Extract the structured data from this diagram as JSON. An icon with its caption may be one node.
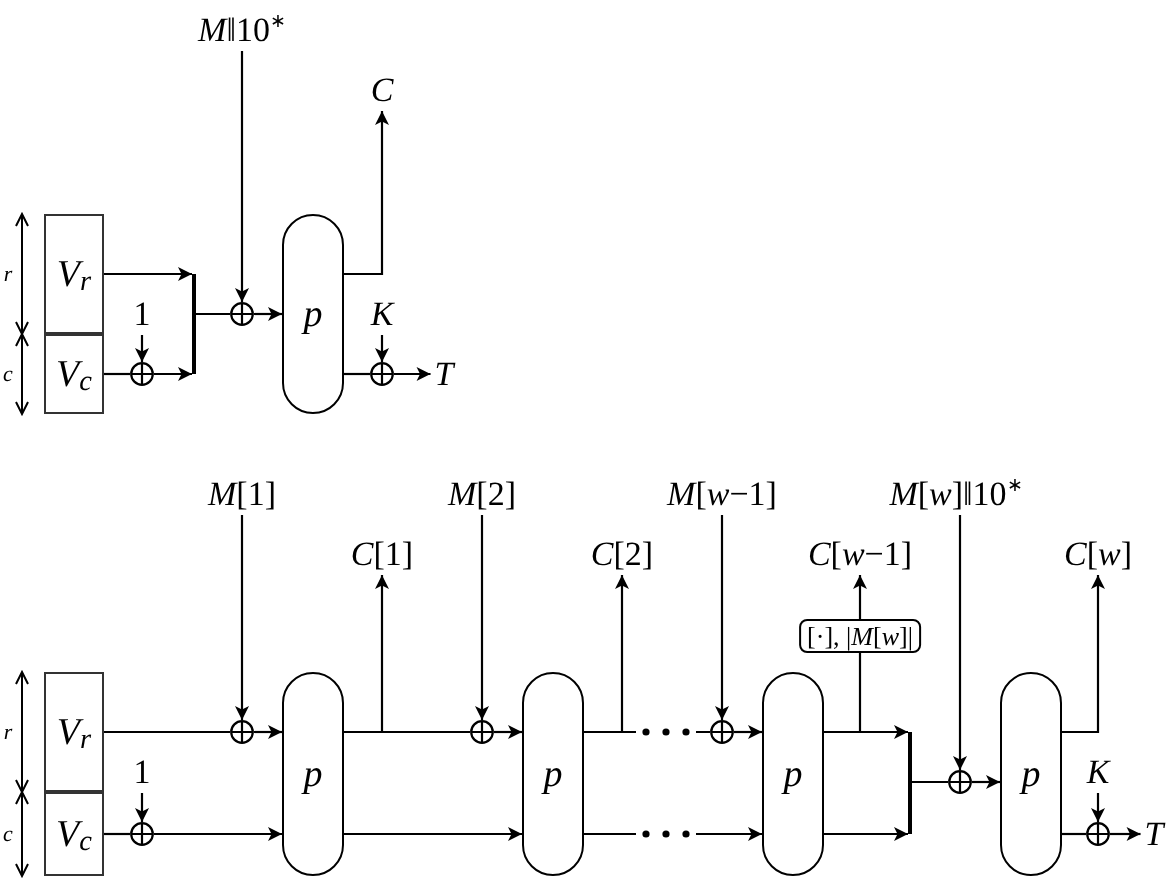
{
  "diagram": {
    "nodes": [
      {
        "text": [
          "V$_{r}$"
        ]
      },
      {
        "text": [
          "V$_{c}$"
        ]
      },
      {
        "text": [
          "1"
        ]
      },
      {
        "text": [],
        "shape": "circle"
      },
      {
        "text": [],
        "shape": "bar"
      },
      {
        "text": [
          "*M*‖10$^{∗}$"
        ]
      },
      {
        "text": [],
        "shape": "circle"
      },
      {
        "text": [
          "p"
        ]
      },
      {
        "text": [
          "C"
        ]
      },
      {
        "text": [
          "K"
        ]
      },
      {
        "text": [],
        "shape": "circle"
      },
      {
        "text": [
          "T"
        ]
      },
      {
        "text": [
          "V$_{r}$"
        ]
      },
      {
        "text": [
          "V$_{c}$"
        ]
      },
      {
        "text": [
          "1"
        ]
      },
      {
        "text": [],
        "shape": "circle"
      },
      {
        "text": [
          "*M*[1]"
        ]
      },
      {
        "text": [],
        "shape": "circle"
      },
      {
        "text": [
          "p"
        ]
      },
      {
        "text": [
          "*C*[1]"
        ]
      },
      {
        "text": [
          "*M*[2]"
        ]
      },
      {
        "text": [],
        "shape": "circle"
      },
      {
        "text": [
          "p"
        ]
      },
      {
        "text": [
          "*C*[2]"
        ]
      },
      {
        "text": [
          "*M*[*w*−1]"
        ]
      },
      {
        "text": [],
        "shape": "circle"
      },
      {
        "text": [
          "p"
        ]
      },
      {
        "text": [
          "[·], |*M*[*w*]|"
        ]
      },
      {
        "text": [
          "*C*[*w*−1]"
        ]
      },
      {
        "text": [],
        "shape": "bar"
      },
      {
        "text": [
          "*M*[*w*]‖10$^{∗}$"
        ]
      },
      {
        "text": [],
        "shape": "circle"
      },
      {
        "text": [
          "p"
        ]
      },
      {
        "text": [
          "*C*[*w*]"
        ]
      },
      {
        "text": [
          "K"
        ]
      },
      {
        "text": [],
        "shape": "circle"
      },
      {
        "text": [
          "T"
        ]
      }
    ],
    "edges": [
      {
        "from": 1,
        "to": 3,
        "arrow": "none"
      },
      {
        "from": 2,
        "to": 3,
        "arrow": "to"
      },
      {
        "from": 0,
        "to": 4,
        "arrow": "to"
      },
      {
        "from": 3,
        "to": 4,
        "arrow": "to"
      },
      {
        "from": 4,
        "to": 6,
        "arrow": "none"
      },
      {
        "from": 5,
        "to": 6,
        "arrow": "to"
      },
      {
        "from": 6,
        "to": 7,
        "arrow": "to"
      },
      {
        "from": 7,
        "to": 8,
        "arrow": "to"
      },
      {
        "from": 7,
        "to": 10,
        "arrow": "none"
      },
      {
        "from": 9,
        "to": 10,
        "arrow": "to"
      },
      {
        "from": 10,
        "to": 11,
        "arrow": "to"
      },
      {
        "from": 12,
        "to": 17,
        "arrow": "none"
      },
      {
        "from": 16,
        "to": 17,
        "arrow": "to"
      },
      {
        "from": 17,
        "to": 18,
        "arrow": "to"
      },
      {
        "from": 13,
        "to": 15,
        "arrow": "none"
      },
      {
        "from": 14,
        "to": 15,
        "arrow": "to"
      },
      {
        "from": 15,
        "to": 18,
        "arrow": "to"
      },
      {
        "from": 18,
        "to": 19,
        "arrow": "to"
      },
      {
        "from": 18,
        "to": 21,
        "arrow": "none"
      },
      {
        "from": 20,
        "to": 21,
        "arrow": "to"
      },
      {
        "from": 21,
        "to": 22,
        "arrow": "to"
      },
      {
        "from": 18,
        "to": 22,
        "arrow": "to"
      },
      {
        "from": 22,
        "to": 23,
        "arrow": "to"
      },
      {
        "from": 22,
        "to": 25,
        "arrow": "none"
      },
      {
        "from": 24,
        "to": 25,
        "arrow": "to"
      },
      {
        "from": 25,
        "to": 26,
        "arrow": "to"
      },
      {
        "from": 22,
        "to": 26,
        "arrow": "to"
      },
      {
        "from": 26,
        "to": 29,
        "arrow": "to"
      },
      {
        "from": 26,
        "to": 29,
        "arrow": "to"
      },
      {
        "from": 26,
        "to": 27,
        "arrow": "none"
      },
      {
        "from": 27,
        "to": 28,
        "arrow": "to"
      },
      {
        "from": 29,
        "to": 31,
        "arrow": "none"
      },
      {
        "from": 30,
        "to": 31,
        "arrow": "to"
      },
      {
        "from": 31,
        "to": 32,
        "arrow": "to"
      },
      {
        "from": 32,
        "to": 33,
        "arrow": "to"
      },
      {
        "from": 32,
        "to": 35,
        "arrow": "none"
      },
      {
        "from": 34,
        "to": 35,
        "arrow": "to"
      },
      {
        "from": 35,
        "to": 36,
        "arrow": "to"
      }
    ],
    "labels": [
      "r",
      "c",
      "r",
      "c"
    ]
  }
}
